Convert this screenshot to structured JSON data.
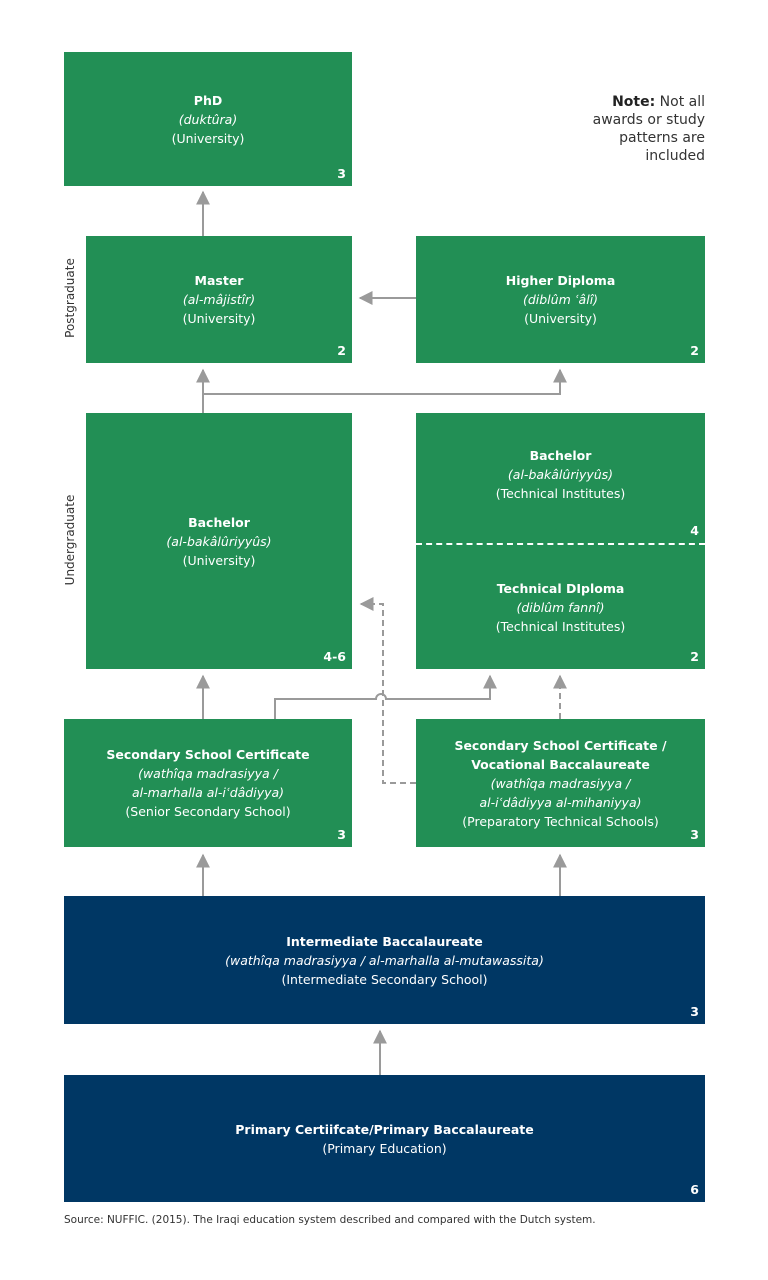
{
  "note": {
    "label": "Note:",
    "text": "Not all awards or study patterns are included"
  },
  "side_labels": {
    "postgraduate": "Postgraduate",
    "undergraduate": "Undergraduate"
  },
  "boxes": {
    "phd": {
      "title": "PhD",
      "arabic": "(duktûra)",
      "institution": "(University)",
      "years": "3"
    },
    "master": {
      "title": "Master",
      "arabic": "(al-mâjistîr)",
      "institution": "(University)",
      "years": "2"
    },
    "higher_diploma": {
      "title": "Higher Diploma",
      "arabic": "(diblûm ʿâlî)",
      "institution": "(University)",
      "years": "2"
    },
    "bachelor_university": {
      "title": "Bachelor",
      "arabic": "(al-bakâlûriyyûs)",
      "institution": "(University)",
      "years": "4-6"
    },
    "bachelor_technical": {
      "title": "Bachelor",
      "arabic": "(al-bakâlûriyyûs)",
      "institution": "(Technical Institutes)",
      "years": "4"
    },
    "technical_diploma": {
      "title": "Technical DIploma",
      "arabic": "(diblûm fannî)",
      "institution": "(Technical Institutes)",
      "years": "2"
    },
    "secondary_certificate": {
      "title": "Secondary School Certificate",
      "arabic_line1": "(wathîqa madrasiyya /",
      "arabic_line2": "al-marhalla al-iʿdâdiyya)",
      "institution": "(Senior Secondary School)",
      "years": "3"
    },
    "vocational_baccalaureate": {
      "title_line1": "Secondary School Certificate /",
      "title_line2": "Vocational Baccalaureate",
      "arabic_line1": "(wathîqa madrasiyya /",
      "arabic_line2": "al-iʿdâdiyya al-mihaniyya)",
      "institution": "(Preparatory Technical Schools)",
      "years": "3"
    },
    "intermediate_baccalaureate": {
      "title": "Intermediate Baccalaureate",
      "arabic": "(wathîqa madrasiyya / al-marhalla al-mutawassita)",
      "institution": "(Intermediate Secondary School)",
      "years": "3"
    },
    "primary_certificate": {
      "title": "Primary Certiifcate/Primary Baccalaureate",
      "institution": "(Primary Education)",
      "years": "6"
    }
  },
  "source": "Source: NUFFIC. (2015). The Iraqi education system described and compared with the Dutch system.",
  "colors": {
    "green": "#228f55",
    "navy": "#003764",
    "connector": "#9a9a9a"
  }
}
